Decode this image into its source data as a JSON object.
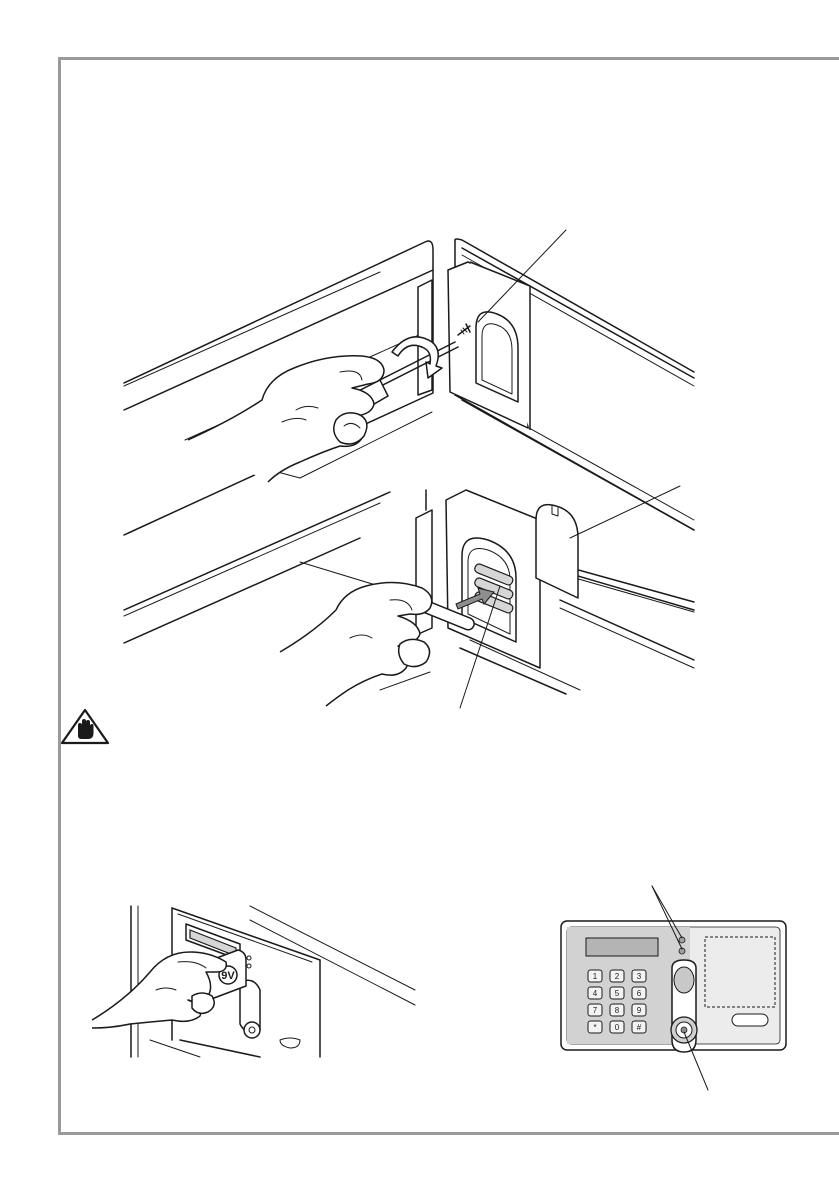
{
  "page": {
    "background": "#ffffff",
    "frame_color": "#9a9a9a"
  },
  "icons": {
    "caution": "hand-warning-icon"
  },
  "battery_label": "9V",
  "keypad": {
    "keys": [
      "1",
      "2",
      "3",
      "4",
      "5",
      "6",
      "7",
      "8",
      "9",
      "*",
      "0",
      "#"
    ]
  }
}
